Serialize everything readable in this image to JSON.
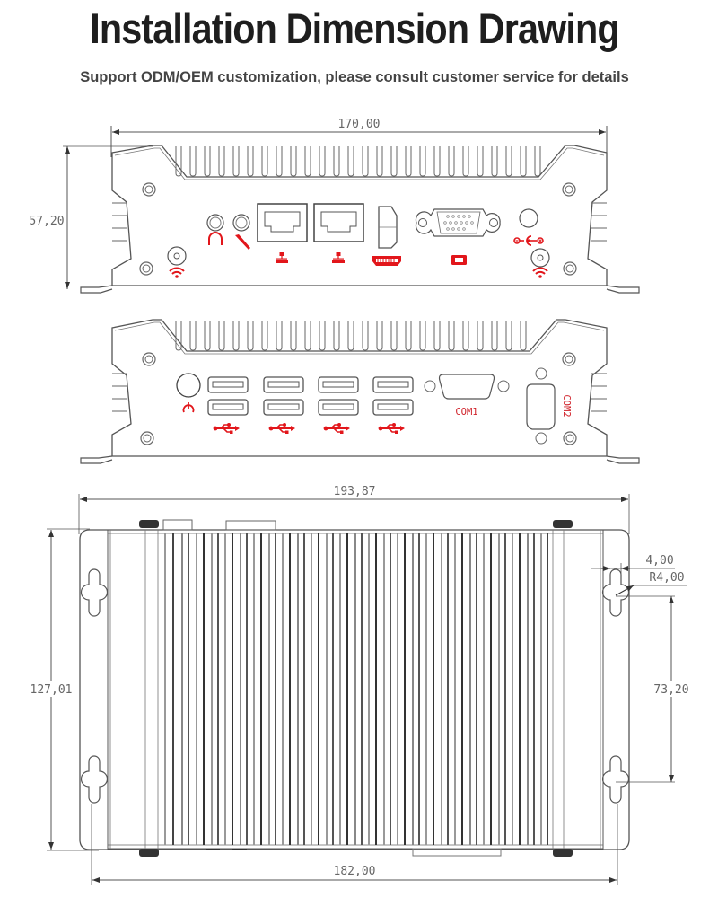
{
  "header": {
    "title": "Installation Dimension Drawing",
    "subtitle": "Support ODM/OEM customization, please consult customer service for details"
  },
  "front_view": {
    "width_dim": "170,00",
    "height_dim": "57,20",
    "ports": [
      {
        "name": "wifi-antenna-left",
        "icon": "wifi-icon"
      },
      {
        "name": "headphone-jack",
        "icon": "headphone-icon"
      },
      {
        "name": "microphone-jack",
        "icon": "microphone-icon"
      },
      {
        "name": "lan-port-1",
        "icon": "network-icon"
      },
      {
        "name": "lan-port-2",
        "icon": "network-icon"
      },
      {
        "name": "hdmi-port",
        "icon": "hdmi-icon"
      },
      {
        "name": "vga-port",
        "icon": "vga-icon"
      },
      {
        "name": "dc-power-in",
        "icon": "dc-power-icon"
      },
      {
        "name": "wifi-antenna-right",
        "icon": "wifi-icon"
      }
    ]
  },
  "rear_view": {
    "power_button_icon": "power-icon",
    "usb_group_count": 4,
    "com1_label": "COM1",
    "com2_label": "COM2"
  },
  "top_view": {
    "overall_width_dim": "193,87",
    "depth_dim": "127,01",
    "slot_width_dim": "4,00",
    "slot_radius_dim": "R4,00",
    "mount_spacing_dim": "73,20",
    "mount_hole_width_dim": "182,00"
  },
  "colors": {
    "line": "#555555",
    "accent_red": "#e2161b",
    "dimension_text": "#666666"
  }
}
